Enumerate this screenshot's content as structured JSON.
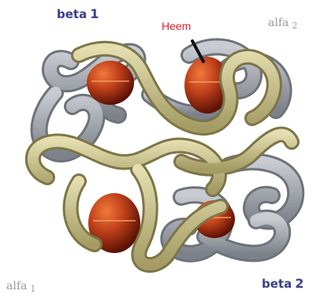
{
  "labels": {
    "beta1": {
      "text": "beta",
      "sub": "1"
    },
    "alfa2": {
      "text": "alfa",
      "sub": "2"
    },
    "alfa1": {
      "text": "alfa",
      "sub": "1"
    },
    "beta2": {
      "text": "beta",
      "sub": "2"
    },
    "heme": "Heem"
  },
  "colors": {
    "gray_chain": "#9ea2a8",
    "gold_chain": "#c9c28c",
    "heme_red": "#b8341a",
    "beta_label": "#3b3f8c",
    "alfa_label": "#9a9a9a",
    "heme_label": "#e0202a"
  }
}
